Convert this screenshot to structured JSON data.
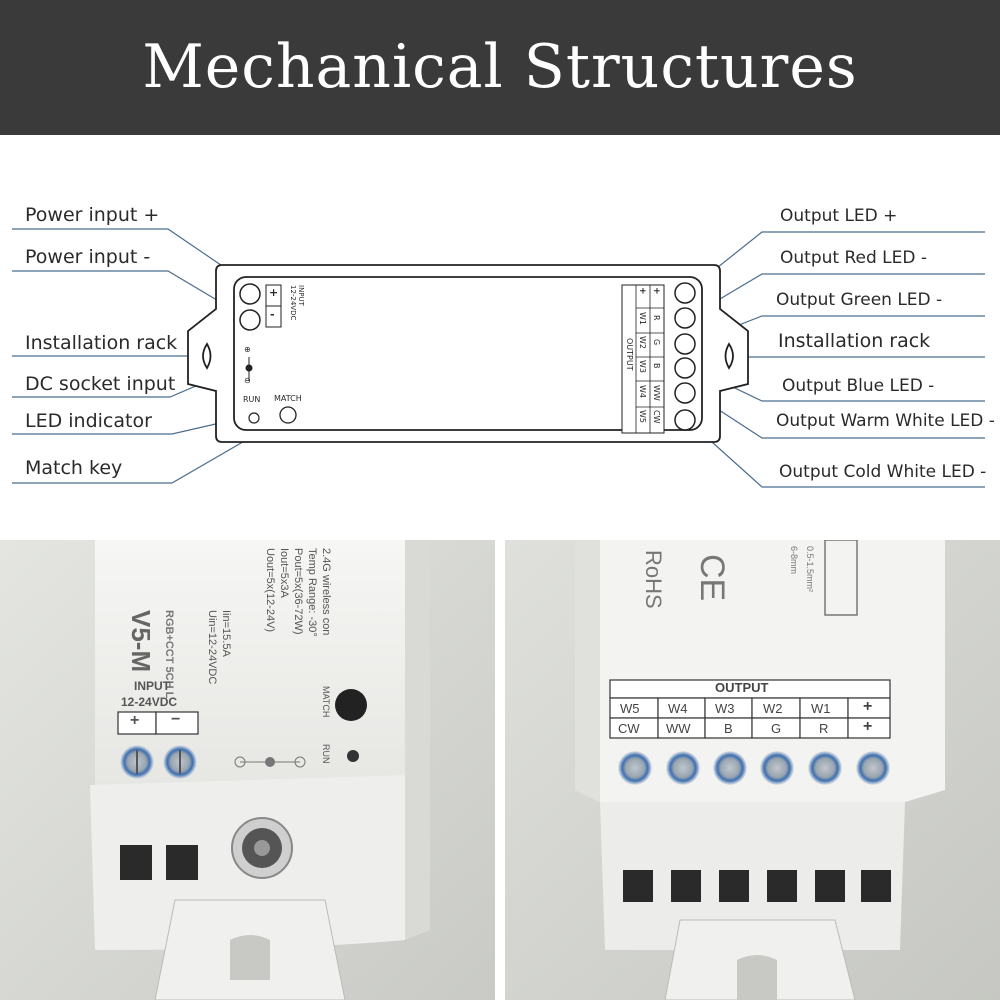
{
  "title": "Mechanical Structures",
  "callouts_left": [
    {
      "label": "Power input +"
    },
    {
      "label": "Power input -"
    },
    {
      "label": "Installation rack"
    },
    {
      "label": "DC socket input"
    },
    {
      "label": "LED indicator"
    },
    {
      "label": "Match key"
    }
  ],
  "callouts_right": [
    {
      "label": "Output LED +"
    },
    {
      "label": "Output Red LED -"
    },
    {
      "label": "Output Green LED -"
    },
    {
      "label": "Installation rack"
    },
    {
      "label": "Output Blue LED -"
    },
    {
      "label": "Output Warm White LED -"
    },
    {
      "label": "Output Cold White LED -"
    }
  ],
  "device_diagram": {
    "input_label": "INPUT",
    "input_voltage": "12-24VDC",
    "plus": "+",
    "minus": "-",
    "run_label": "RUN",
    "match_label": "MATCH",
    "output_label": "OUTPUT",
    "dc_plus": "⊕",
    "dc_minus": "⊖",
    "output_row1": [
      "+",
      "W1",
      "W2",
      "W3",
      "W4",
      "W5"
    ],
    "output_row2": [
      "+",
      "R",
      "G",
      "B",
      "WW",
      "CW"
    ]
  },
  "photo_left": {
    "model": "V5-M",
    "subtitle": "RGB+CCT 5CH L",
    "uin": "Uin=12-24VDC",
    "iin": "Iin=15.5A",
    "uout": "Uout=5x(12-24V)",
    "iout": "Iout=5x3A",
    "pout": "Pout=5x(36-72W)",
    "temp": "Temp Range: -30°",
    "wireless": "2.4G wireless con",
    "input_label": "INPUT",
    "input_voltage": "12-24VDC",
    "plus": "+",
    "minus": "−",
    "match_label": "MATCH",
    "run_label": "RUN"
  },
  "photo_right": {
    "output_label": "OUTPUT",
    "row1": [
      "W5",
      "W4",
      "W3",
      "W2",
      "W1",
      "+"
    ],
    "row2": [
      "CW",
      "WW",
      "B",
      "G",
      "R",
      "+"
    ],
    "rohs": "RoHS",
    "ce": "CE",
    "wire_gauge": "0.5-1.5mm²",
    "strip_length": "6-8mm"
  },
  "colors": {
    "header_bg": "#3a3a3a",
    "leader_line": "#4a6e8e",
    "terminal_blue": "#3d6fb0",
    "case_white": "#f4f4f2"
  }
}
